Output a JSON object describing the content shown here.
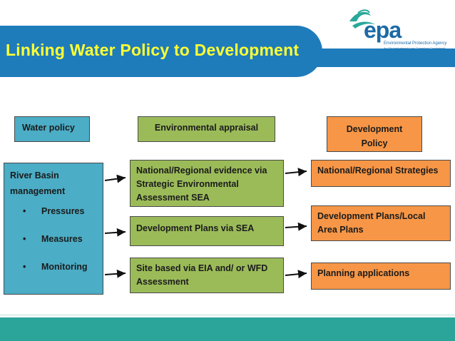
{
  "header": {
    "title": "Linking Water Policy to Development",
    "logo": {
      "wordmark": "epa",
      "subtitle_en": "Environmental Protection Agency",
      "subtitle_ga": "An Ghníomhaireacht um Chaomhnú Comhshaoil",
      "icon": "wave-logo-icon"
    }
  },
  "columns": {
    "water_policy": "Water policy",
    "environmental_appraisal": "Environmental appraisal",
    "development_policy": [
      "Development",
      "Policy"
    ]
  },
  "river_basin": {
    "title": "River Basin management",
    "items": [
      "Pressures",
      "Measures",
      "Monitoring"
    ]
  },
  "appraisal": [
    "National/Regional evidence  via Strategic Environmental Assessment SEA",
    "Development Plans via SEA",
    "Site based via EIA and/ or WFD Assessment"
  ],
  "development": [
    "National/Regional Strategies",
    "Development Plans/Local Area Plans",
    "Planning applications"
  ],
  "colors": {
    "banner": "#1f7cbb",
    "title_text": "#ffff33",
    "water": "#4badc6",
    "environment": "#9bbb59",
    "development": "#f79646",
    "footer": "#2ba49a"
  }
}
